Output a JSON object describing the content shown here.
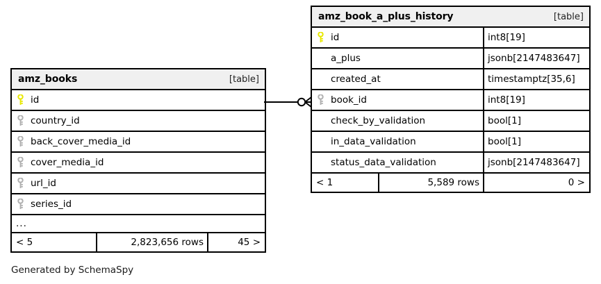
{
  "diagram": {
    "generator_note": "Generated by SchemaSpy",
    "table_tag": "[table]",
    "ellipsis": "...",
    "key_colors": {
      "primary_key": "#e8e800",
      "foreign_key": "#b0b0b0"
    }
  },
  "tables": [
    {
      "id": "amz_books",
      "name": "amz_books",
      "tag": "[table]",
      "columns": [
        {
          "name": "id",
          "key": "primary",
          "type": ""
        },
        {
          "name": "country_id",
          "key": "foreign",
          "type": ""
        },
        {
          "name": "back_cover_media_id",
          "key": "foreign",
          "type": ""
        },
        {
          "name": "cover_media_id",
          "key": "foreign",
          "type": ""
        },
        {
          "name": "url_id",
          "key": "foreign",
          "type": ""
        },
        {
          "name": "series_id",
          "key": "foreign",
          "type": ""
        }
      ],
      "has_ellipsis_row": true,
      "footer": {
        "left": "< 5",
        "middle": "2,823,656 rows",
        "right": "45 >"
      }
    },
    {
      "id": "amz_book_a_plus_history",
      "name": "amz_book_a_plus_history",
      "tag": "[table]",
      "columns": [
        {
          "name": "id",
          "key": "primary",
          "type": "int8[19]"
        },
        {
          "name": "a_plus",
          "key": "none",
          "type": "jsonb[2147483647]"
        },
        {
          "name": "created_at",
          "key": "none",
          "type": "timestamptz[35,6]"
        },
        {
          "name": "book_id",
          "key": "foreign",
          "type": "int8[19]"
        },
        {
          "name": "check_by_validation",
          "key": "none",
          "type": "bool[1]"
        },
        {
          "name": "in_data_validation",
          "key": "none",
          "type": "bool[1]"
        },
        {
          "name": "status_data_validation",
          "key": "none",
          "type": "jsonb[2147483647]"
        }
      ],
      "has_ellipsis_row": false,
      "footer": {
        "left": "< 1",
        "middle": "5,589 rows",
        "right": "0 >"
      }
    }
  ],
  "relationship": {
    "from_table": "amz_books",
    "from_column": "id",
    "to_table": "amz_book_a_plus_history",
    "to_column": "book_id",
    "cardinality": "zero-or-many"
  }
}
